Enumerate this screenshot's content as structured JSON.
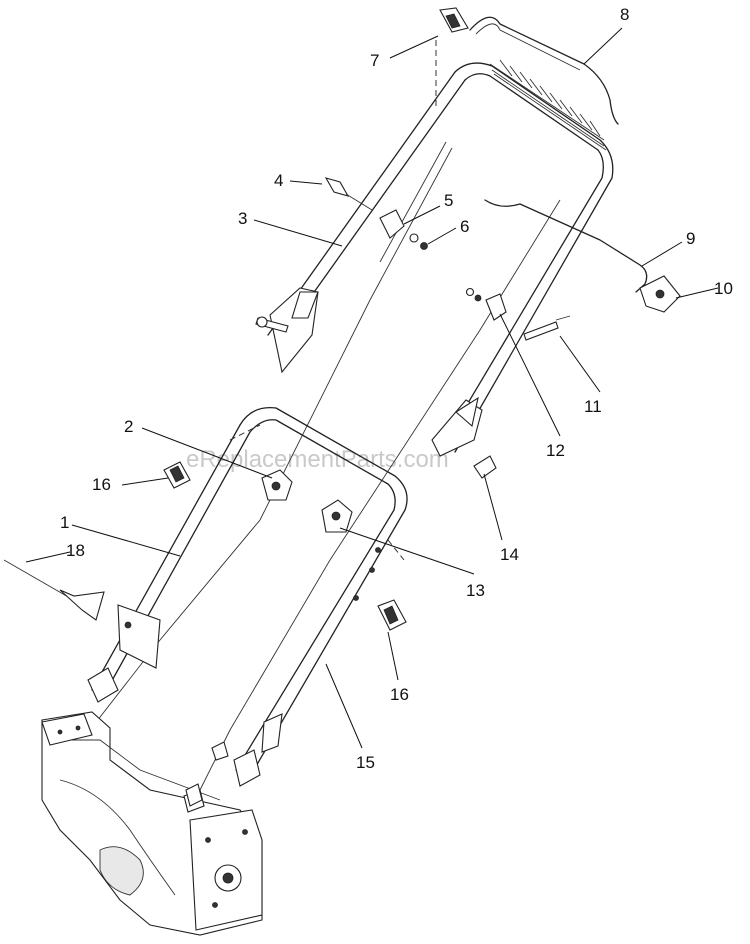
{
  "watermark": "eReplacementParts.com",
  "callouts": [
    {
      "id": "1",
      "label": "1"
    },
    {
      "id": "2",
      "label": "2"
    },
    {
      "id": "3",
      "label": "3"
    },
    {
      "id": "4",
      "label": "4"
    },
    {
      "id": "5",
      "label": "5"
    },
    {
      "id": "6",
      "label": "6"
    },
    {
      "id": "7",
      "label": "7"
    },
    {
      "id": "8",
      "label": "8"
    },
    {
      "id": "9",
      "label": "9"
    },
    {
      "id": "10",
      "label": "10"
    },
    {
      "id": "11",
      "label": "11"
    },
    {
      "id": "12",
      "label": "12"
    },
    {
      "id": "13",
      "label": "13"
    },
    {
      "id": "14",
      "label": "14"
    },
    {
      "id": "15",
      "label": "15"
    },
    {
      "id": "16a",
      "label": "16"
    },
    {
      "id": "16b",
      "label": "16"
    },
    {
      "id": "18",
      "label": "18"
    }
  ]
}
